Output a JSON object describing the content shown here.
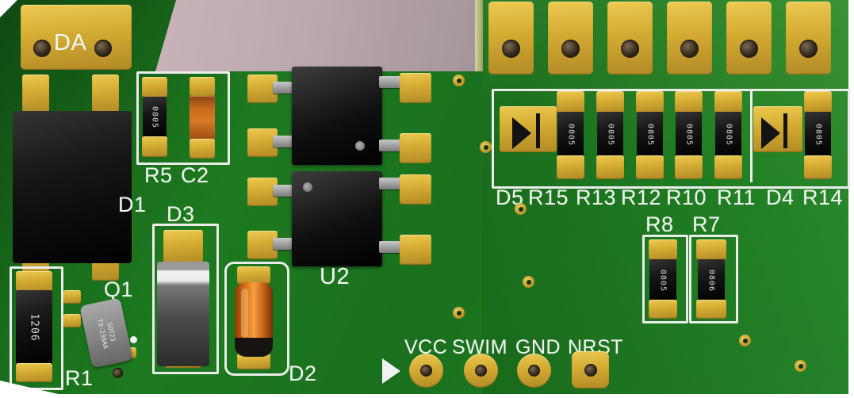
{
  "silkscreen": {
    "da": "DA",
    "r5": "R5",
    "c2": "C2",
    "d1": "D1",
    "d3": "D3",
    "q1": "Q1",
    "r1": "R1",
    "d2": "D2",
    "u2": "U2",
    "r8": "R8",
    "r7": "R7",
    "row_labels": [
      "D5",
      "R15",
      "R13",
      "R12",
      "R10",
      "R11",
      "D4",
      "R14"
    ],
    "connector_labels": [
      "VCC",
      "SWIM",
      "GND",
      "NRST"
    ]
  },
  "markings": {
    "r5_body": "0805",
    "r1_body": "1206",
    "q1_package": "SOT23",
    "q1_type": "TO-236AA",
    "row_bodies": [
      "0805",
      "0805",
      "0805",
      "0805",
      "0805",
      "0805"
    ],
    "r8_body": "0805",
    "r7_body": "0806"
  },
  "colors": {
    "board_green": "#1d7a1f",
    "pad_gold": "#d6b13a",
    "silkscreen_white": "#eef1ee",
    "background_mauve": "#b9a6ac",
    "component_black": "#111111",
    "capacitor_orange": "#d2691e",
    "diode_gray": "#8c8c8c"
  }
}
